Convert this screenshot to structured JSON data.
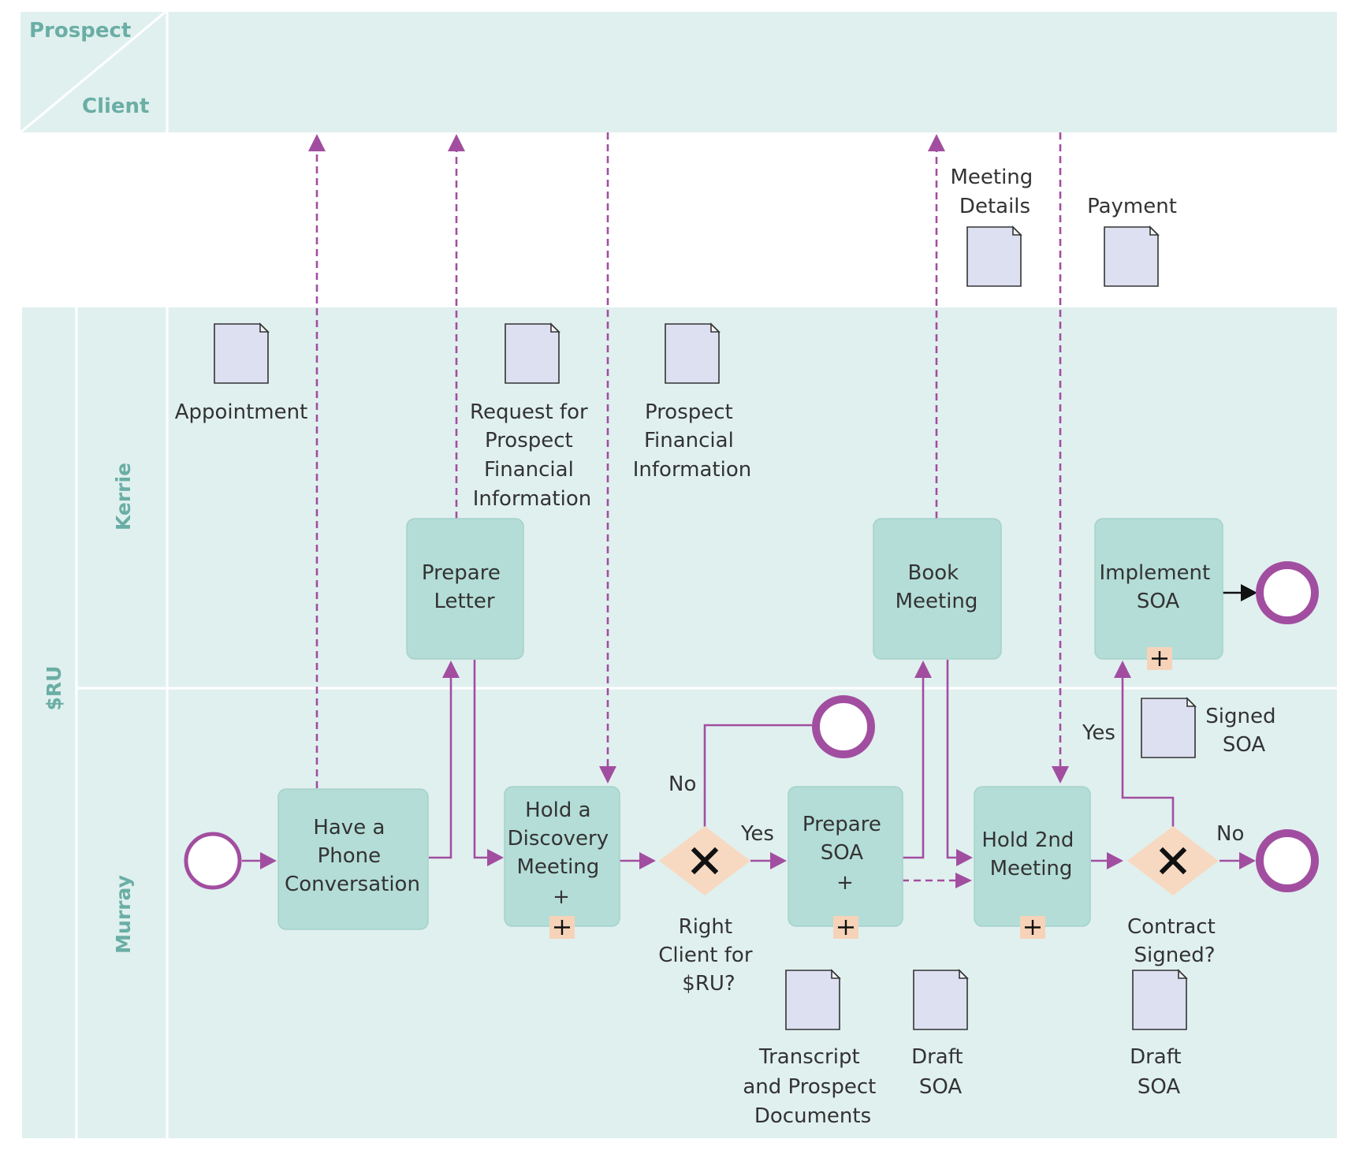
{
  "pools": {
    "top": {
      "label_a": "Prospect",
      "label_b": "Client"
    },
    "bottom": {
      "label": "$RU",
      "lane_kerrie": "Kerrie",
      "lane_murray": "Murray"
    }
  },
  "tasks": {
    "phone": [
      "Have a",
      "Phone",
      "Conversation"
    ],
    "discovery": [
      "Hold a",
      "Discovery",
      "Meeting",
      "+"
    ],
    "prepare_soa": [
      "Prepare",
      "SOA",
      "+"
    ],
    "second_meeting": [
      "Hold 2nd",
      "Meeting"
    ],
    "prepare_letter": [
      "Prepare",
      "Letter"
    ],
    "book_meeting": [
      "Book",
      "Meeting"
    ],
    "implement_soa": [
      "Implement",
      "SOA"
    ]
  },
  "gateways": {
    "right_client": [
      "Right",
      "Client for",
      "$RU?"
    ],
    "contract_signed": [
      "Contract",
      "Signed?"
    ]
  },
  "flow_labels": {
    "yes1": "Yes",
    "no1": "No",
    "yes2": "Yes",
    "no2": "No"
  },
  "documents": {
    "appointment": [
      "Appointment"
    ],
    "request_info": [
      "Request for",
      "Prospect",
      "Financial",
      "Information"
    ],
    "prospect_info": [
      "Prospect",
      "Financial",
      "Information"
    ],
    "meeting_details": [
      "Meeting",
      "Details"
    ],
    "payment": [
      "Payment"
    ],
    "signed_soa": [
      "Signed",
      "SOA"
    ],
    "transcript": [
      "Transcript",
      "and Prospect",
      "Documents"
    ],
    "draft_soa_1": [
      "Draft",
      "SOA"
    ],
    "draft_soa_2": [
      "Draft",
      "SOA"
    ]
  },
  "colors": {
    "lane_fill": "#e0f0ef",
    "task_fill": "#b4ddd7",
    "flow": "#a24ea0",
    "gateway_fill": "#f7d9c2",
    "document_fill": "#dde0f1",
    "lane_label": "#6aaea5"
  },
  "icons": {
    "gateway": "exclusive-gateway-x-icon",
    "marker": "subprocess-plus-icon",
    "document": "data-object-icon"
  }
}
